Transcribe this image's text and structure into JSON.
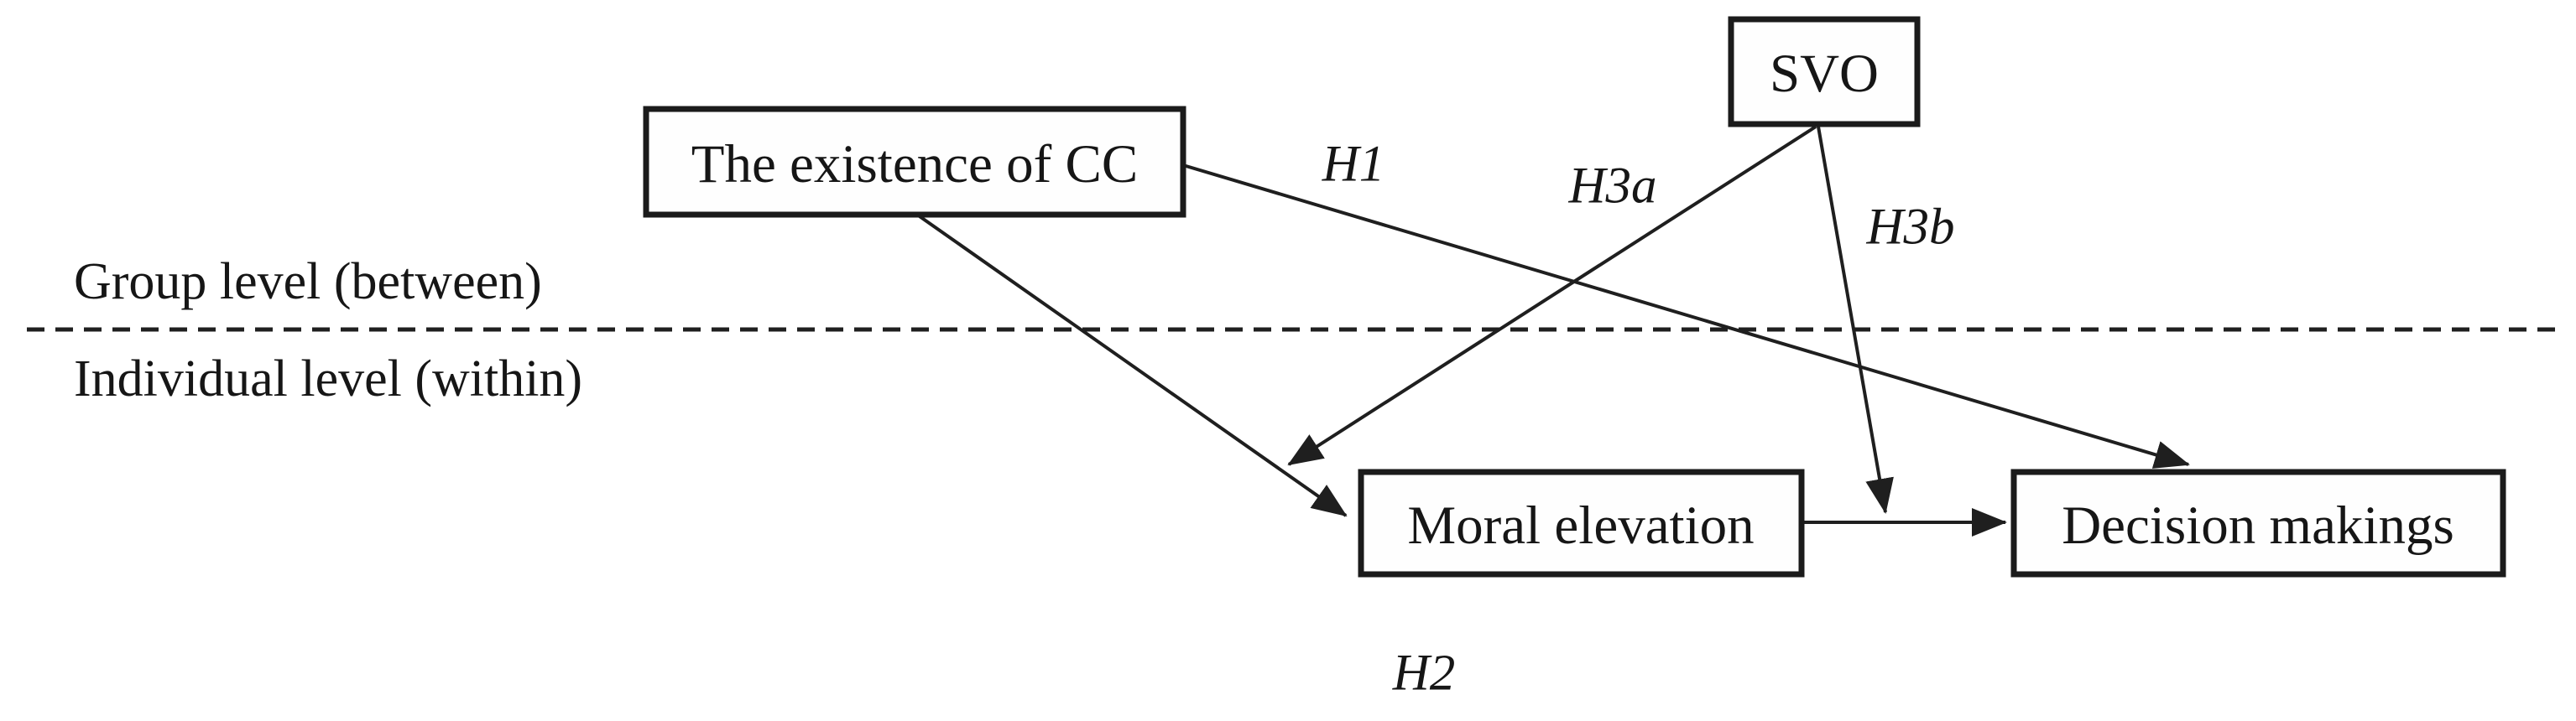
{
  "nodes": {
    "cc": {
      "label": "The existence of CC"
    },
    "svo": {
      "label": "SVO"
    },
    "moral": {
      "label": "Moral elevation"
    },
    "decision": {
      "label": "Decision makings"
    }
  },
  "levels": {
    "group": {
      "label": "Group level (between)"
    },
    "individual": {
      "label": "Individual level (within)"
    }
  },
  "hypotheses": {
    "h1": {
      "label": "H1"
    },
    "h2": {
      "label": "H2"
    },
    "h3a": {
      "label": "H3a"
    },
    "h3b": {
      "label": "H3b"
    }
  },
  "edges": [
    {
      "from": "The existence of CC",
      "to": "Decision makings",
      "label": "H1"
    },
    {
      "from": "The existence of CC",
      "to": "Moral elevation",
      "label": "H2"
    },
    {
      "from": "Moral elevation",
      "to": "Decision makings",
      "label": ""
    },
    {
      "from": "SVO",
      "to": "Moral elevation",
      "label": "H3a"
    },
    {
      "from": "SVO",
      "to": "Moral elevation - Decision makings path",
      "label": "H3b"
    }
  ],
  "colors": {
    "line": "#1f1f1f",
    "box_stroke": "#1b1b1b",
    "box_fill": "#fefefe",
    "background": "#ffffff",
    "text": "#161616"
  }
}
